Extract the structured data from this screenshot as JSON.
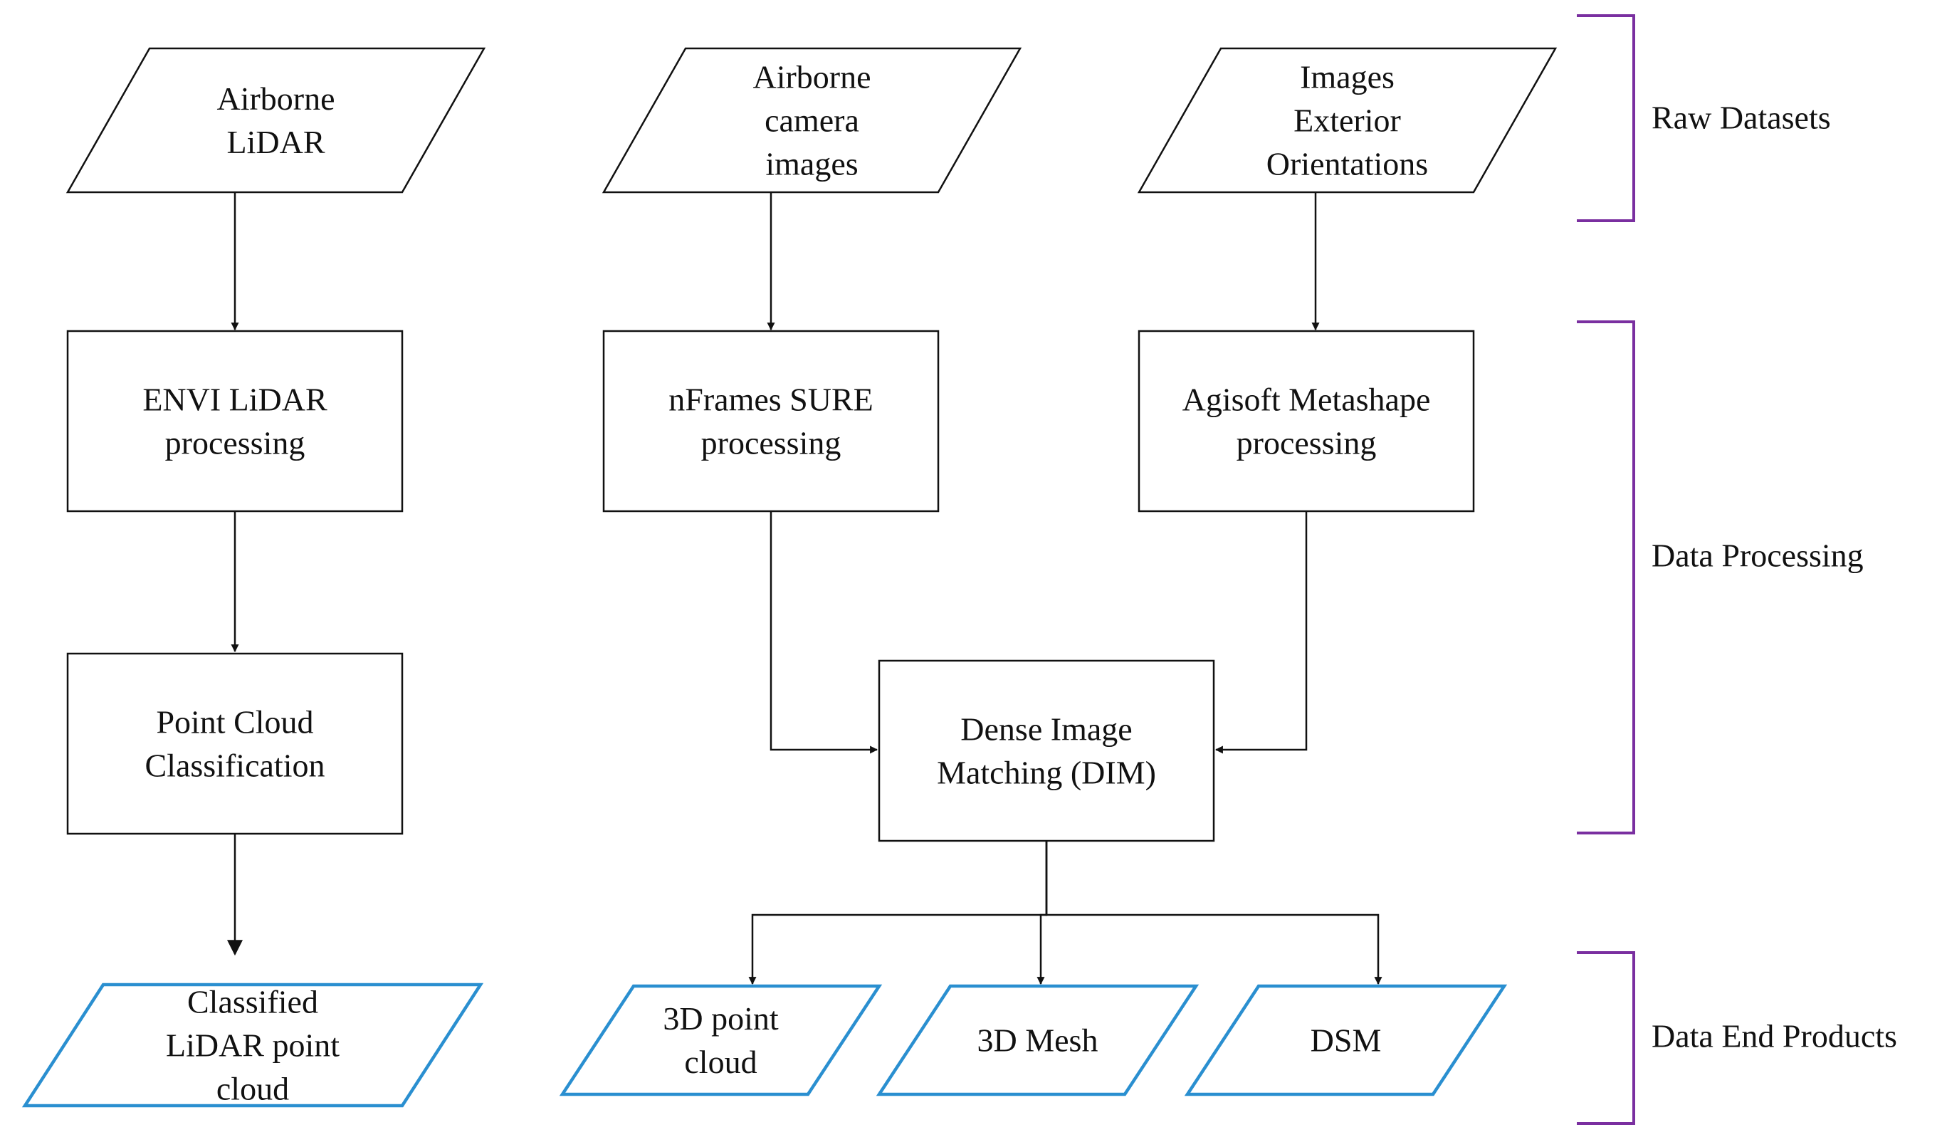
{
  "colors": {
    "stroke_default": "#111111",
    "stroke_output": "#2a8fd0",
    "bracket": "#7a2fa0",
    "text": "#111111",
    "background": "#ffffff"
  },
  "nodes": {
    "airborne_lidar": {
      "shape": "parallelogram",
      "lines": [
        "Airborne",
        "LiDAR"
      ]
    },
    "airborne_camera_images": {
      "shape": "parallelogram",
      "lines": [
        "Airborne",
        "camera",
        "images"
      ]
    },
    "images_exterior_orientations": {
      "shape": "parallelogram",
      "lines": [
        "Images",
        "Exterior",
        "Orientations"
      ]
    },
    "envi_lidar_processing": {
      "shape": "rectangle",
      "lines": [
        "ENVI LiDAR",
        "processing"
      ]
    },
    "nframes_sure_processing": {
      "shape": "rectangle",
      "lines": [
        "nFrames SURE",
        "processing"
      ]
    },
    "agisoft_metashape_processing": {
      "shape": "rectangle",
      "lines": [
        "Agisoft Metashape",
        "processing"
      ]
    },
    "point_cloud_classification": {
      "shape": "rectangle",
      "lines": [
        "Point Cloud",
        "Classification"
      ]
    },
    "dense_image_matching": {
      "shape": "rectangle",
      "lines": [
        "Dense Image",
        "Matching (DIM)"
      ]
    },
    "classified_lidar_point_cloud": {
      "shape": "parallelogram-output",
      "lines": [
        "Classified",
        "LiDAR point",
        "cloud"
      ]
    },
    "3d_point_cloud": {
      "shape": "parallelogram-output",
      "lines": [
        "3D point",
        "cloud"
      ]
    },
    "3d_mesh": {
      "shape": "parallelogram-output",
      "lines": [
        "3D Mesh"
      ]
    },
    "dsm": {
      "shape": "parallelogram-output",
      "lines": [
        "DSM"
      ]
    }
  },
  "edges": [
    {
      "from": "airborne_lidar",
      "to": "envi_lidar_processing"
    },
    {
      "from": "envi_lidar_processing",
      "to": "point_cloud_classification"
    },
    {
      "from": "point_cloud_classification",
      "to": "classified_lidar_point_cloud"
    },
    {
      "from": "airborne_camera_images",
      "to": "nframes_sure_processing"
    },
    {
      "from": "images_exterior_orientations",
      "to": "agisoft_metashape_processing"
    },
    {
      "from": "nframes_sure_processing",
      "to": "dense_image_matching"
    },
    {
      "from": "agisoft_metashape_processing",
      "to": "dense_image_matching"
    },
    {
      "from": "dense_image_matching",
      "to": "3d_point_cloud"
    },
    {
      "from": "dense_image_matching",
      "to": "3d_mesh"
    },
    {
      "from": "dense_image_matching",
      "to": "dsm"
    }
  ],
  "stages": {
    "raw_datasets": "Raw Datasets",
    "data_processing": "Data Processing",
    "data_end_products": "Data End Products"
  }
}
